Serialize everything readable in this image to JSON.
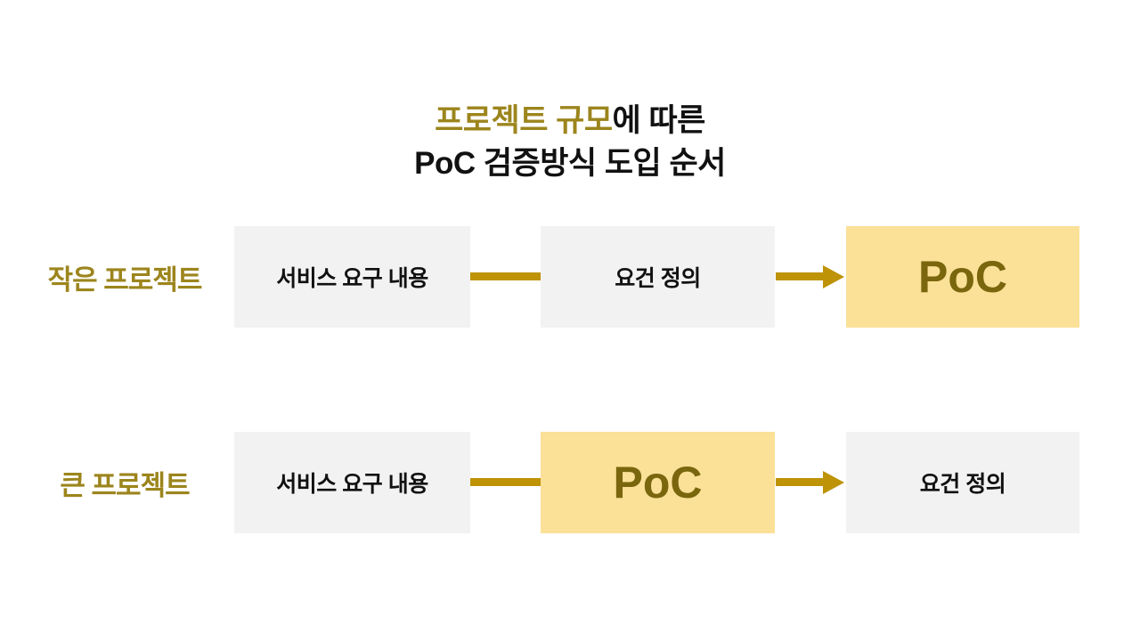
{
  "slide": {
    "title": {
      "line1_highlight": "프로젝트 규모",
      "line1_rest": "에 따른",
      "line2": "PoC 검증방식 도입 순서"
    },
    "rows": [
      {
        "label": "작은 프로젝트",
        "boxes": [
          {
            "text": "서비스 요구 내용",
            "variant": "gray"
          },
          {
            "text": "요건 정의",
            "variant": "gray"
          },
          {
            "text": "PoC",
            "variant": "yellow"
          }
        ],
        "connectors": [
          {
            "type": "line"
          },
          {
            "type": "arrow-right"
          }
        ]
      },
      {
        "label": "큰 프로젝트",
        "boxes": [
          {
            "text": "서비스 요구 내용",
            "variant": "gray"
          },
          {
            "text": "PoC",
            "variant": "yellow"
          },
          {
            "text": "요건 정의",
            "variant": "gray"
          }
        ],
        "connectors": [
          {
            "type": "line"
          },
          {
            "type": "arrow-right"
          }
        ]
      }
    ],
    "colors": {
      "accent_text": "#9C851D",
      "arrow": "#BE9306",
      "yellow_box_bg": "#FBE098",
      "yellow_box_text": "#7A660D",
      "gray_box_bg": "#F2F2F2",
      "box_text": "#111111",
      "background": "#FFFFFF"
    }
  }
}
